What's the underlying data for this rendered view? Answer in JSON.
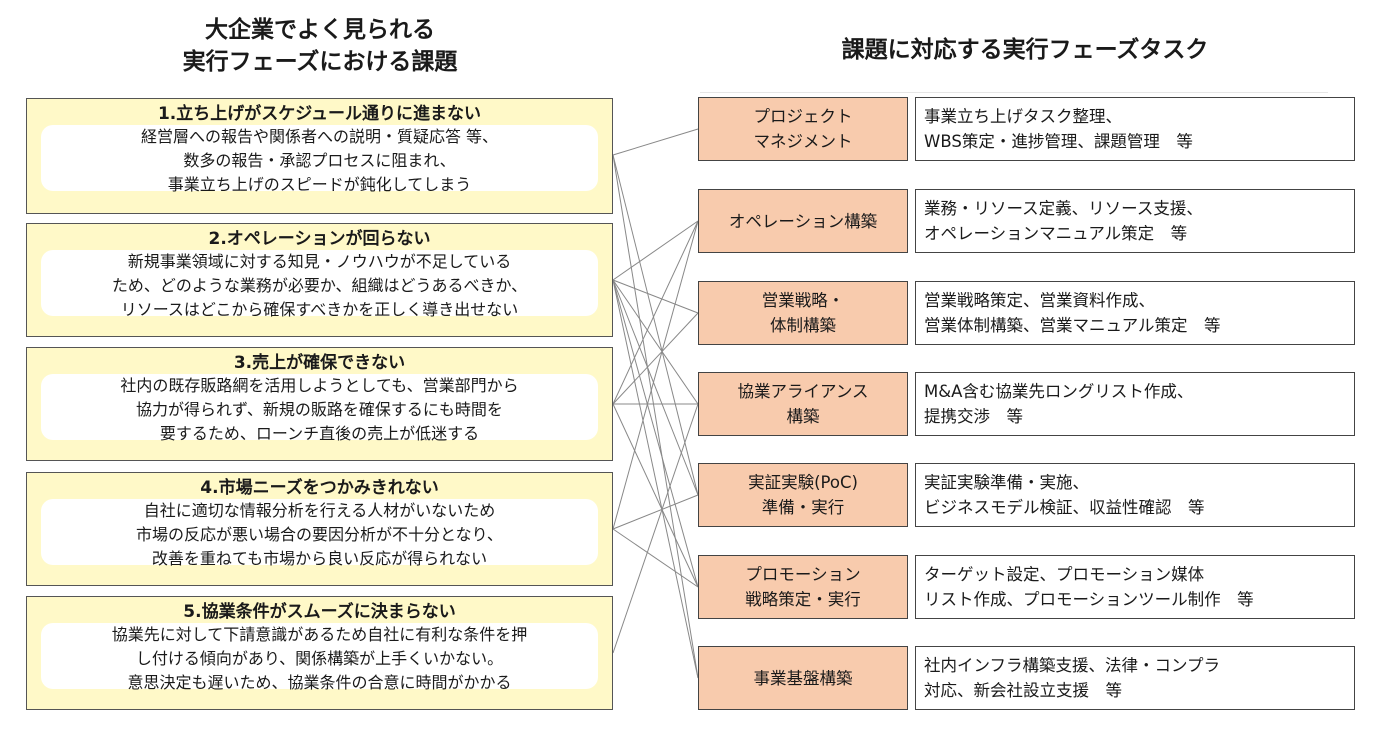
{
  "headings": {
    "left": [
      "大企業でよく見られる",
      "実行フェーズにおける課題"
    ],
    "right": "課題に対応する実行フェーズタスク"
  },
  "issues": [
    {
      "title": "1.立ち上げがスケジュール通りに進まない",
      "lines": [
        "経営層への報告や関係者への説明・質疑応答 等、",
        "数多の報告・承認プロセスに阻まれ、",
        "事業立ち上げのスピードが鈍化してしまう"
      ]
    },
    {
      "title": "2.オペレーションが回らない",
      "lines": [
        "新規事業領域に対する知見・ノウハウが不足している",
        "ため、どのような業務が必要か、組織はどうあるべきか、",
        "リソースはどこから確保すべきかを正しく導き出せない"
      ]
    },
    {
      "title": "3.売上が確保できない",
      "lines": [
        "社内の既存販路網を活用しようとしても、営業部門から",
        "協力が得られず、新規の販路を確保するにも時間を",
        "要するため、ローンチ直後の売上が低迷する"
      ]
    },
    {
      "title": "4.市場ニーズをつかみきれない",
      "lines": [
        "自社に適切な情報分析を行える人材がいないため",
        "市場の反応が悪い場合の要因分析が不十分となり、",
        "改善を重ねても市場から良い反応が得られない"
      ]
    },
    {
      "title": "5.協業条件がスムーズに決まらない",
      "lines": [
        "協業先に対して下請意識があるため自社に有利な条件を押",
        "し付ける傾向があり、関係構築が上手くいかない。",
        "意思決定も遅いため、協業条件の合意に時間がかかる"
      ]
    }
  ],
  "tasks": [
    {
      "name": [
        "プロジェクト",
        "マネジメント"
      ],
      "desc": [
        "事業立ち上げタスク整理、",
        "WBS策定・進捗管理、課題管理　等"
      ]
    },
    {
      "name": [
        "オペレーション構築"
      ],
      "desc": [
        "業務・リソース定義、リソース支援、",
        "オペレーションマニュアル策定　等"
      ]
    },
    {
      "name": [
        "営業戦略・",
        "体制構築"
      ],
      "desc": [
        "営業戦略策定、営業資料作成、",
        "営業体制構築、営業マニュアル策定　等"
      ]
    },
    {
      "name": [
        "協業アライアンス",
        "構築"
      ],
      "desc": [
        "M&A含む協業先ロングリスト作成、",
        "提携交渉　等"
      ]
    },
    {
      "name": [
        "実証実験(PoC)",
        "準備・実行"
      ],
      "desc": [
        "実証実験準備・実施、",
        "ビジネスモデル検証、収益性確認　等"
      ]
    },
    {
      "name": [
        "プロモーション",
        "戦略策定・実行"
      ],
      "desc": [
        "ターゲット設定、プロモーション媒体",
        "リスト作成、プロモーションツール制作　等"
      ]
    },
    {
      "name": [
        "事業基盤構築"
      ],
      "desc": [
        "社内インフラ構築支援、法律・コンプラ",
        "対応、新会社設立支援　等"
      ]
    }
  ],
  "connections": [
    [
      0,
      0
    ],
    [
      0,
      4
    ],
    [
      0,
      6
    ],
    [
      1,
      1
    ],
    [
      1,
      2
    ],
    [
      1,
      3
    ],
    [
      1,
      4
    ],
    [
      1,
      5
    ],
    [
      1,
      6
    ],
    [
      2,
      1
    ],
    [
      2,
      2
    ],
    [
      2,
      3
    ],
    [
      2,
      5
    ],
    [
      3,
      1
    ],
    [
      3,
      4
    ],
    [
      3,
      5
    ],
    [
      4,
      3
    ]
  ],
  "colors": {
    "issue_fill": "#fff9c8",
    "task_fill": "#f8cbad",
    "line": "#888888"
  }
}
